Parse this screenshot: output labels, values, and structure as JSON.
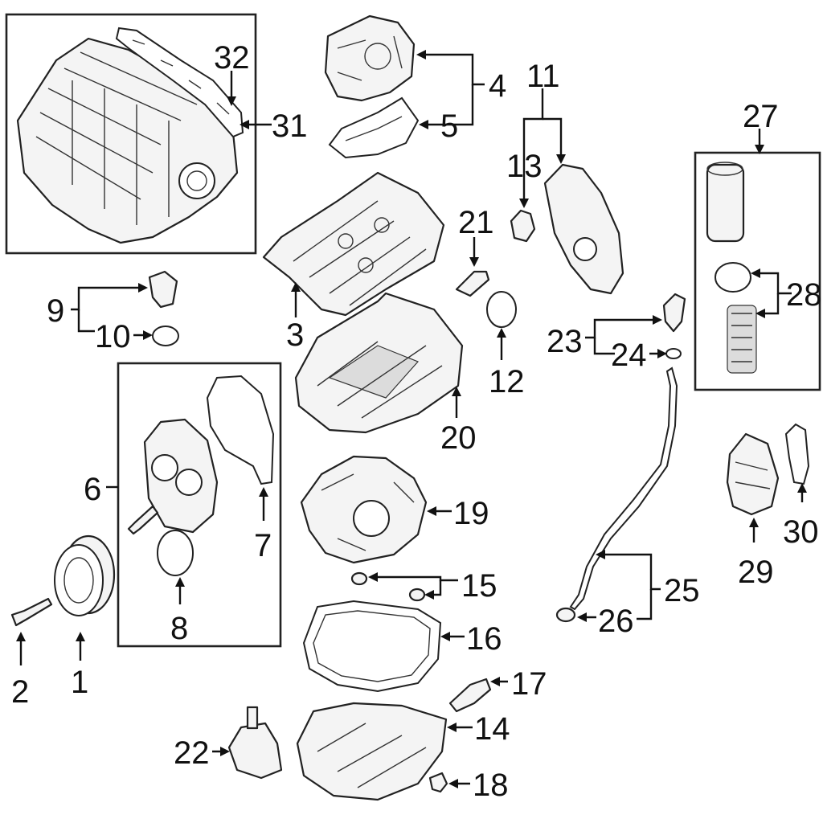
{
  "callouts": {
    "c1": "1",
    "c2": "2",
    "c3": "3",
    "c4": "4",
    "c5": "5",
    "c6": "6",
    "c7": "7",
    "c8": "8",
    "c9": "9",
    "c10": "10",
    "c11": "11",
    "c12": "12",
    "c13": "13",
    "c14": "14",
    "c15": "15",
    "c16": "16",
    "c17": "17",
    "c18": "18",
    "c19": "19",
    "c20": "20",
    "c21": "21",
    "c22": "22",
    "c23": "23",
    "c24": "24",
    "c25": "25",
    "c26": "26",
    "c27": "27",
    "c28": "28",
    "c29": "29",
    "c30": "30",
    "c31": "31",
    "c32": "32"
  },
  "colors": {
    "line": "#111111",
    "part_fill": "#f4f4f4",
    "background": "#ffffff"
  }
}
